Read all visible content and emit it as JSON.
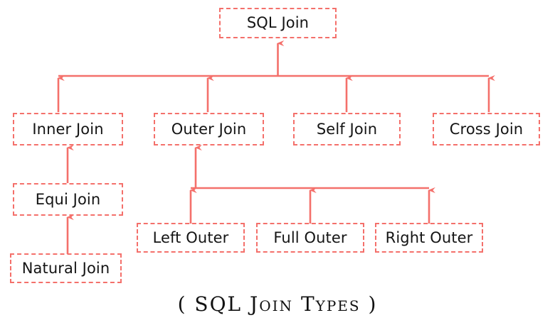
{
  "diagram": {
    "type": "tree",
    "title_caption": "( SQL Join Types )",
    "accent_color": "#f4706b",
    "text_color": "#141414",
    "background_color": "#ffffff",
    "border_style": "dashed",
    "arrow_direction": "child-to-parent (arrowheads point up)",
    "nodes": {
      "root": {
        "label": "SQL Join"
      },
      "inner": {
        "label": "Inner Join"
      },
      "outer": {
        "label": "Outer Join"
      },
      "self": {
        "label": "Self Join"
      },
      "cross": {
        "label": "Cross Join"
      },
      "equi": {
        "label": "Equi Join"
      },
      "natural": {
        "label": "Natural Join"
      },
      "left_outer": {
        "label": "Left Outer"
      },
      "full_outer": {
        "label": "Full Outer"
      },
      "right_outer": {
        "label": "Right Outer"
      }
    },
    "edges": [
      {
        "from": "inner",
        "to": "root"
      },
      {
        "from": "outer",
        "to": "root"
      },
      {
        "from": "self",
        "to": "root"
      },
      {
        "from": "cross",
        "to": "root"
      },
      {
        "from": "equi",
        "to": "inner"
      },
      {
        "from": "natural",
        "to": "equi"
      },
      {
        "from": "left_outer",
        "to": "outer"
      },
      {
        "from": "full_outer",
        "to": "outer"
      },
      {
        "from": "right_outer",
        "to": "outer"
      }
    ]
  }
}
